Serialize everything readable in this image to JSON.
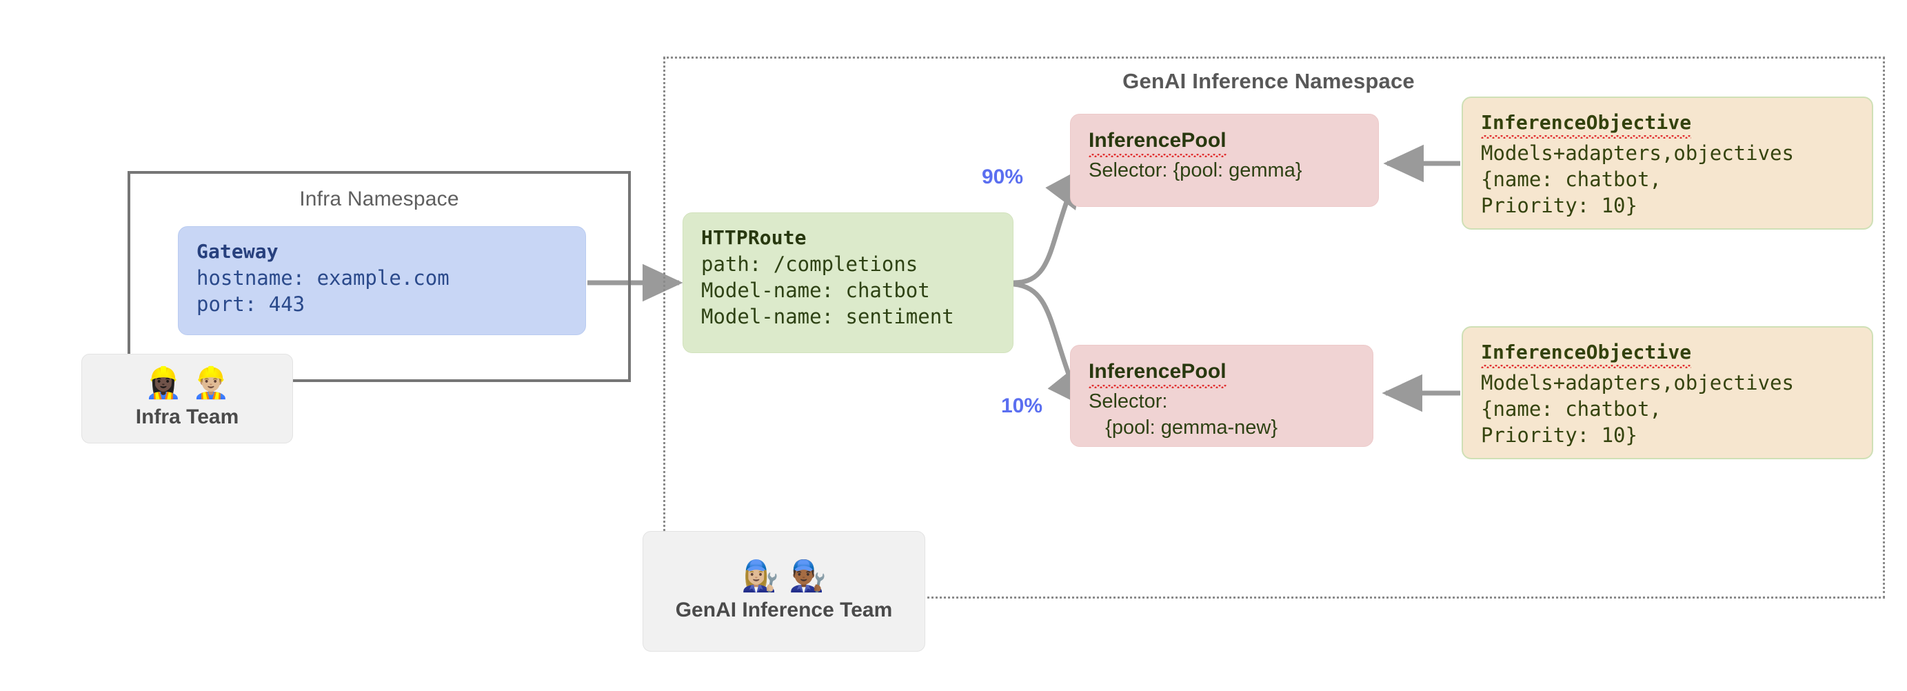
{
  "diagram": {
    "title_visible": false
  },
  "infra_namespace": {
    "label": "Infra Namespace",
    "gateway": {
      "title": "Gateway",
      "lines": [
        "hostname: example.com",
        "port: 443"
      ]
    },
    "team": {
      "label": "Infra Team",
      "emojis": "👷🏿‍♀️👷🏼‍♂️"
    }
  },
  "genai_namespace": {
    "label": "GenAI Inference Namespace",
    "httproute": {
      "title": "HTTPRoute",
      "lines": [
        "path: /completions",
        "Model-name: chatbot",
        "Model-name: sentiment"
      ]
    },
    "pools": [
      {
        "title": "InferencePool",
        "lines": [
          "Selector: {pool: gemma}"
        ],
        "weight_label": "90%"
      },
      {
        "title": "InferencePool",
        "lines": [
          "Selector:",
          "   {pool: gemma-new}"
        ],
        "weight_label": "10%"
      }
    ],
    "objectives": [
      {
        "title": "InferenceObjective",
        "lines": [
          "Models+adapters,objectives",
          "{name: chatbot,",
          "Priority: 10}"
        ]
      },
      {
        "title": "InferenceObjective",
        "lines": [
          "Models+adapters,objectives",
          "{name: chatbot,",
          "Priority: 10}"
        ]
      }
    ],
    "team": {
      "label": "GenAI Inference Team",
      "emojis": "👩🏼‍🔧👨🏾‍🔧"
    }
  },
  "colors": {
    "gateway_fill": "#c8d6f5",
    "gateway_text": "#2b4a8b",
    "route_fill": "#dceacb",
    "pool_fill": "#f0d3d3",
    "objective_fill": "#f6e6cf",
    "objective_border": "#cfe0b6",
    "edge": "#9a9a9a",
    "weight_label": "#5b6ff0",
    "namespace_border": "#767676",
    "team_fill": "#f1f1f1"
  }
}
